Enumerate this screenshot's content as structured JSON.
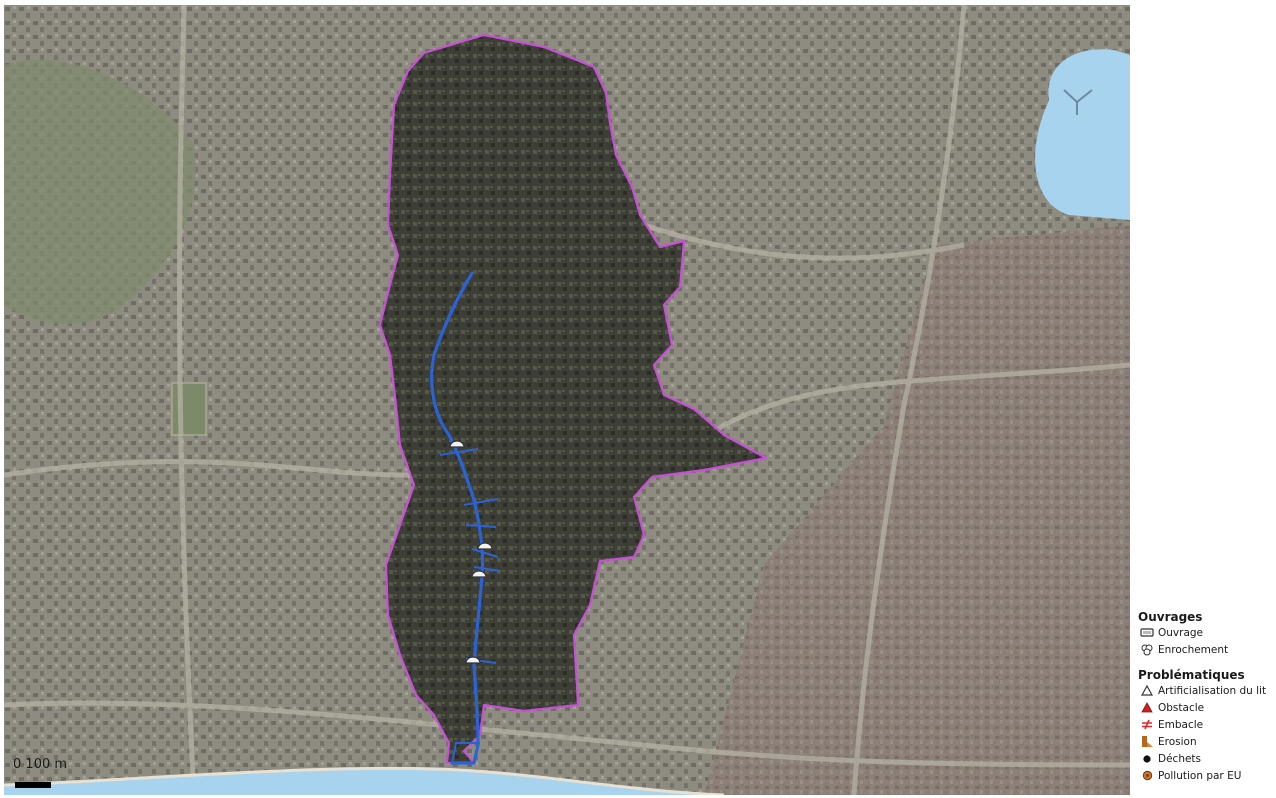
{
  "map": {
    "scale_label": "100 m",
    "scale_zero": "0",
    "colors": {
      "basemap": "#8f8d80",
      "watershed_outline": "#c94fd8",
      "watershed_fill": "#3c3d33",
      "river": "#2a63d6",
      "lake": "#a8d3ee"
    }
  },
  "legend": {
    "groups": [
      {
        "title": "Ouvrages",
        "items": [
          {
            "label": "Ouvrage",
            "icon": "culvert-icon"
          },
          {
            "label": "Enrochement",
            "icon": "rockfill-icon"
          }
        ]
      },
      {
        "title": "Problématiques",
        "items": [
          {
            "label": "Artificialisation du lit",
            "icon": "triangle-outline-icon"
          },
          {
            "label": "Obstacle",
            "icon": "red-triangle-icon"
          },
          {
            "label": "Embacle",
            "icon": "not-equal-icon"
          },
          {
            "label": "Erosion",
            "icon": "erosion-icon"
          },
          {
            "label": "Déchets",
            "icon": "black-dot-icon"
          },
          {
            "label": "Pollution par EU",
            "icon": "brown-dot-icon"
          }
        ]
      }
    ]
  }
}
